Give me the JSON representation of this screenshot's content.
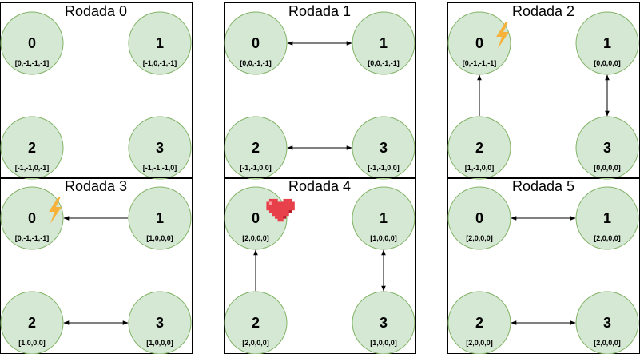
{
  "colors": {
    "node_fill": "#d5e8d4",
    "node_stroke": "#82b366",
    "bolt": "#f6b23a",
    "heart": "#e8404a"
  },
  "panels": [
    {
      "title": "Rodada 0",
      "nodes": [
        {
          "id": "0",
          "vector": "[0,-1,-1,-1]"
        },
        {
          "id": "1",
          "vector": "[-1,0,-1,-1]"
        },
        {
          "id": "2",
          "vector": "[-1,-1,0,-1]"
        },
        {
          "id": "3",
          "vector": "[-1,-1,-1,0]"
        }
      ],
      "edges": [],
      "icon": null
    },
    {
      "title": "Rodada 1",
      "nodes": [
        {
          "id": "0",
          "vector": "[0,0,-1,-1]"
        },
        {
          "id": "1",
          "vector": "[0,0,-1,-1]"
        },
        {
          "id": "2",
          "vector": "[-1,-1,0,0]"
        },
        {
          "id": "3",
          "vector": "[-1,-1,0,0]"
        }
      ],
      "edges": [
        {
          "from": 0,
          "to": 1,
          "heads": "both"
        },
        {
          "from": 2,
          "to": 3,
          "heads": "both"
        }
      ],
      "icon": null
    },
    {
      "title": "Rodada 2",
      "nodes": [
        {
          "id": "0",
          "vector": "[0,-1,-1,-1]"
        },
        {
          "id": "1",
          "vector": "[0,0,0,0]"
        },
        {
          "id": "2",
          "vector": "[1,-1,0,0]"
        },
        {
          "id": "3",
          "vector": "[0,0,0,0]"
        }
      ],
      "edges": [
        {
          "from": 2,
          "to": 0,
          "heads": "end"
        },
        {
          "from": 1,
          "to": 3,
          "heads": "both"
        }
      ],
      "icon": "lightning-bolt-icon"
    },
    {
      "title": "Rodada 3",
      "nodes": [
        {
          "id": "0",
          "vector": "[0,-1,-1,-1]"
        },
        {
          "id": "1",
          "vector": "[1,0,0,0]"
        },
        {
          "id": "2",
          "vector": "[1,0,0,0]"
        },
        {
          "id": "3",
          "vector": "[1,0,0,0]"
        }
      ],
      "edges": [
        {
          "from": 1,
          "to": 0,
          "heads": "end"
        },
        {
          "from": 2,
          "to": 3,
          "heads": "both"
        }
      ],
      "icon": "lightning-bolt-icon"
    },
    {
      "title": "Rodada 4",
      "nodes": [
        {
          "id": "0",
          "vector": "[2,0,0,0]"
        },
        {
          "id": "1",
          "vector": "[1,0,0,0]"
        },
        {
          "id": "2",
          "vector": "[2,0,0,0]"
        },
        {
          "id": "3",
          "vector": "[1,0,0,0]"
        }
      ],
      "edges": [
        {
          "from": 2,
          "to": 0,
          "heads": "end"
        },
        {
          "from": 1,
          "to": 3,
          "heads": "both"
        }
      ],
      "icon": "heart-icon"
    },
    {
      "title": "Rodada 5",
      "nodes": [
        {
          "id": "0",
          "vector": "[2,0,0,0]"
        },
        {
          "id": "1",
          "vector": "[2,0,0,0]"
        },
        {
          "id": "2",
          "vector": "[2,0,0,0]"
        },
        {
          "id": "3",
          "vector": "[2,0,0,0]"
        }
      ],
      "edges": [
        {
          "from": 0,
          "to": 1,
          "heads": "both"
        },
        {
          "from": 2,
          "to": 3,
          "heads": "both"
        }
      ],
      "icon": null
    }
  ]
}
